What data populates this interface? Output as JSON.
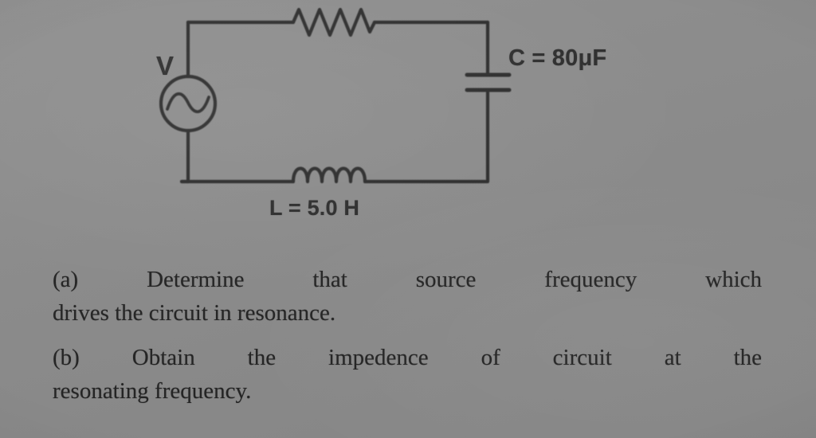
{
  "page": {
    "background_color": "#8c8c8c",
    "ink_color": "#232323"
  },
  "figure": {
    "type": "series-lcr-ac-circuit",
    "components": [
      {
        "id": "ac-source",
        "symbol": "sine-in-circle",
        "label": "V"
      },
      {
        "id": "resistor",
        "symbol": "zigzag",
        "label": ""
      },
      {
        "id": "capacitor",
        "symbol": "parallel-plates",
        "label": "C = 80μF"
      },
      {
        "id": "inductor",
        "symbol": "coil",
        "label": "L = 5.0 H"
      }
    ],
    "source_label": "V",
    "capacitor_label": "C = 80μF",
    "inductor_label": "L = 5.0 H"
  },
  "questions": [
    {
      "marker": "(a)",
      "lines": [
        "(a) Determine that source frequency which",
        "drives the circuit in resonance."
      ]
    },
    {
      "marker": "(b)",
      "lines": [
        "(b) Obtain the impedence of circuit at the",
        "resonating frequency."
      ]
    }
  ]
}
